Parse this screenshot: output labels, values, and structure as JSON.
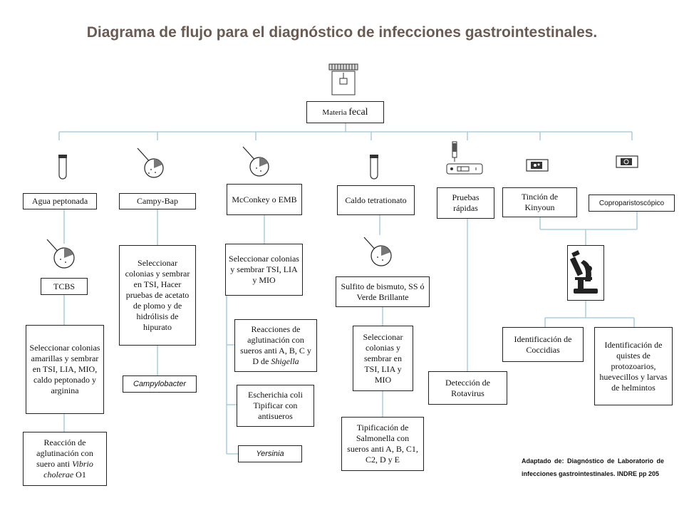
{
  "title": "Diagrama de flujo para el diagnóstico de infecciones gastrointestinales.",
  "root": {
    "pre": "Materia ",
    "post": "fecal"
  },
  "branches": {
    "agua_peptonada": "Agua peptonada",
    "campy_bap": "Campy-Bap",
    "mcconkey": "McConkey o EMB",
    "caldo": "Caldo tetrationato",
    "pruebas": "Pruebas rápidas",
    "tincion": "Tinción de Kinyoun",
    "copro": "Coproparistoscópico"
  },
  "vibrio": {
    "tcbs": "TCBS",
    "seleccionar": "Seleccionar colonias amarillas y sembrar en TSI, LIA, MIO, caldo peptonado y arginina",
    "reaccion_pre": "Reacción de aglutinación con suero anti ",
    "reaccion_it": "Vibrio cholerae",
    "reaccion_post": " O1"
  },
  "campy": {
    "seleccionar": "Seleccionar colonias y sembrar en TSI, Hacer pruebas de acetato de plomo y de hidrólisis de hipurato",
    "result": "Campylobacter"
  },
  "mcc": {
    "seleccionar": "Seleccionar colonias y sembrar TSI, LIA y MIO",
    "shigella_pre": "Reacciones de aglutinación con sueros anti A, B, C y D de ",
    "shigella_it": "Shigella",
    "ecoli": "Escherichia coli Tipificar con antisueros",
    "yersinia": "Yersinia"
  },
  "salm": {
    "medio": "Sulfito de bismuto, SS ó Verde Brillante",
    "seleccionar": "Seleccionar colonias y sembrar en TSI, LIA y MIO",
    "tipificacion": "Tipificación de Salmonella con sueros anti A, B, C1, C2, D y E"
  },
  "rotavirus": "Detección de Rotavirus",
  "micro": {
    "coccidias": "Identificación de Coccidias",
    "quistes": "Identificación de quistes de protozoarios, huevecillos y larvas de helmintos"
  },
  "credit": "Adaptado de: Diagnóstico de Laboratorio de infecciones gastrointestinales. INDRE pp 205",
  "colors": {
    "connector": "#9cc6dc",
    "title": "#6b5a52"
  },
  "icons": [
    "specimen-cup-icon",
    "test-tube-icon",
    "petri-dish-icon",
    "rapid-test-icon",
    "slide-icon",
    "microscope-icon"
  ]
}
